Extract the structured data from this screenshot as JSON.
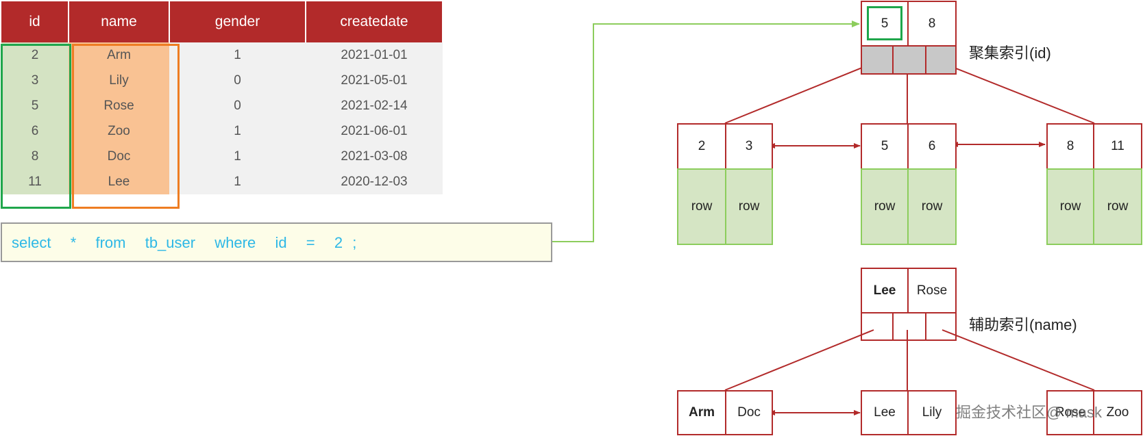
{
  "table": {
    "headers": [
      "id",
      "name",
      "gender",
      "createdate"
    ],
    "rows": [
      [
        "2",
        "Arm",
        "1",
        "2021-01-01"
      ],
      [
        "3",
        "Lily",
        "0",
        "2021-05-01"
      ],
      [
        "5",
        "Rose",
        "0",
        "2021-02-14"
      ],
      [
        "6",
        "Zoo",
        "1",
        "2021-06-01"
      ],
      [
        "8",
        "Doc",
        "1",
        "2021-03-08"
      ],
      [
        "11",
        "Lee",
        "1",
        "2020-12-03"
      ]
    ]
  },
  "sql": "select  *  from  tb_user  where  id  =  2 ;",
  "clustered": {
    "label": "聚集索引(id)",
    "root": [
      "5",
      "8"
    ],
    "leaves": [
      [
        "2",
        "3"
      ],
      [
        "5",
        "6"
      ],
      [
        "8",
        "11"
      ]
    ],
    "row_label": "row"
  },
  "secondary": {
    "label": "辅助索引(name)",
    "root": [
      "Lee",
      "Rose"
    ],
    "leaves": [
      [
        "Arm",
        "Doc"
      ],
      [
        "Lee",
        "Lily"
      ],
      [
        "Rose",
        "Zoo"
      ]
    ]
  },
  "watermark": "掘金技术社区@ mask",
  "colors": {
    "header_red": "#b22a2a",
    "id_green": "#1fa64b",
    "name_orange": "#ee7d22",
    "sql_blue": "#2eb8e6",
    "row_green": "#d5e5c4"
  }
}
